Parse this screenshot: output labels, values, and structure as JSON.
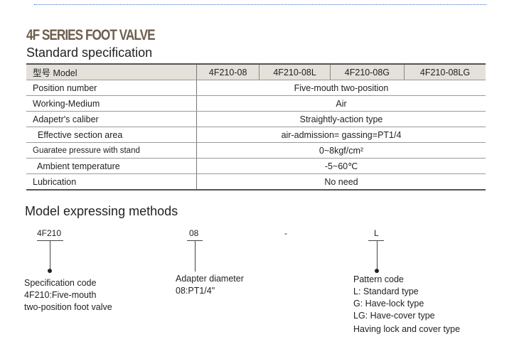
{
  "title": "4F SERIES FOOT VALVE",
  "spec_heading": "Standard specification",
  "table": {
    "header": {
      "label": "型号 Model",
      "models": [
        "4F210-08",
        "4F210-08L",
        "4F210-08G",
        "4F210-08LG"
      ]
    },
    "rows": [
      {
        "label": "Position number",
        "value": "Five-mouth two-position"
      },
      {
        "label": "Working-Medium",
        "value": "Air"
      },
      {
        "label": "Adapetr's caliber",
        "value": "Straightly-action type"
      },
      {
        "label": "Effective section area",
        "value": "air-admission= gassing=PT1/4"
      },
      {
        "label": "Guaratee pressure with stand",
        "value": "0~8kgf/cm²"
      },
      {
        "label": "Ambient temperature",
        "value": "-5~60℃"
      },
      {
        "label": "Lubrication",
        "value": "No need"
      }
    ]
  },
  "model_heading": "Model expressing methods",
  "codes": {
    "spec": "4F210",
    "size": "08",
    "dash": "-",
    "pattern": "L"
  },
  "spec_desc": [
    "Specification code",
    "4F210:Five-mouth",
    "two-position foot valve"
  ],
  "size_desc": [
    "Adapter diameter",
    "08:PT1/4\""
  ],
  "pattern_desc": [
    "Pattern code",
    "L: Standard type",
    "G: Have-lock type",
    "LG: Have-cover type",
    "Having lock and cover type"
  ]
}
